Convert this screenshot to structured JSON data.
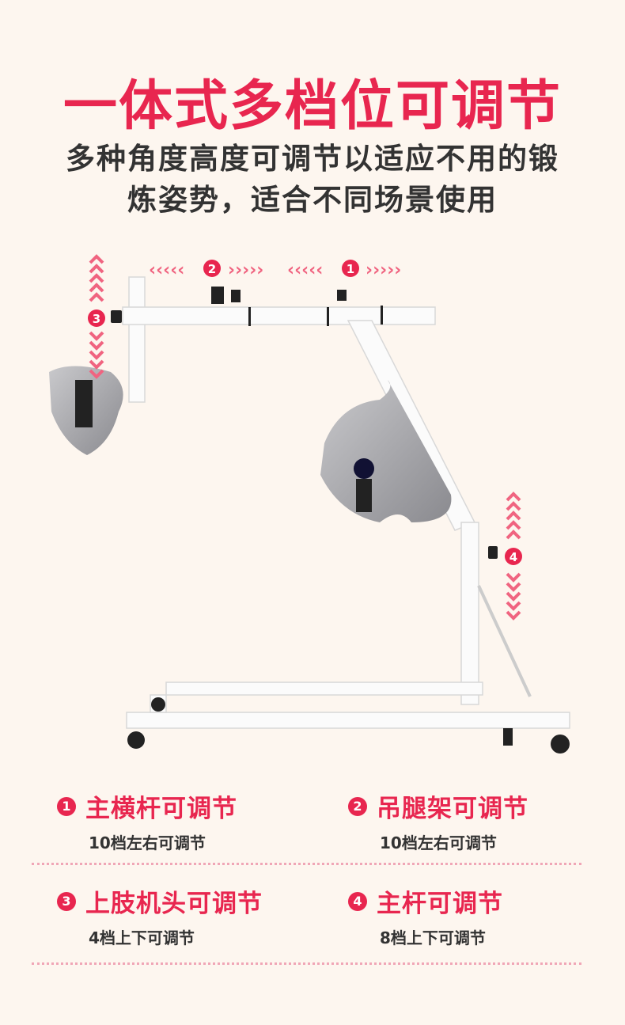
{
  "title": "一体式多档位可调节",
  "subtitle": [
    "多种角度高度可调节以适应不用的锻",
    "炼姿势，适合不同场景使用"
  ],
  "markers": [
    "1",
    "2",
    "3",
    "4"
  ],
  "features": [
    {
      "num": "1",
      "title": "主横杆可调节",
      "desc": "10档左右可调节"
    },
    {
      "num": "2",
      "title": "吊腿架可调节",
      "desc": "10档左右可调节"
    },
    {
      "num": "3",
      "title": "上肢机头可调节",
      "desc": "4档上下可调节"
    },
    {
      "num": "4",
      "title": "主杆可调节",
      "desc": "8档上下可调节"
    }
  ],
  "colors": {
    "accent": "#e8264f",
    "background": "#fdf6ef",
    "text": "#333333"
  }
}
